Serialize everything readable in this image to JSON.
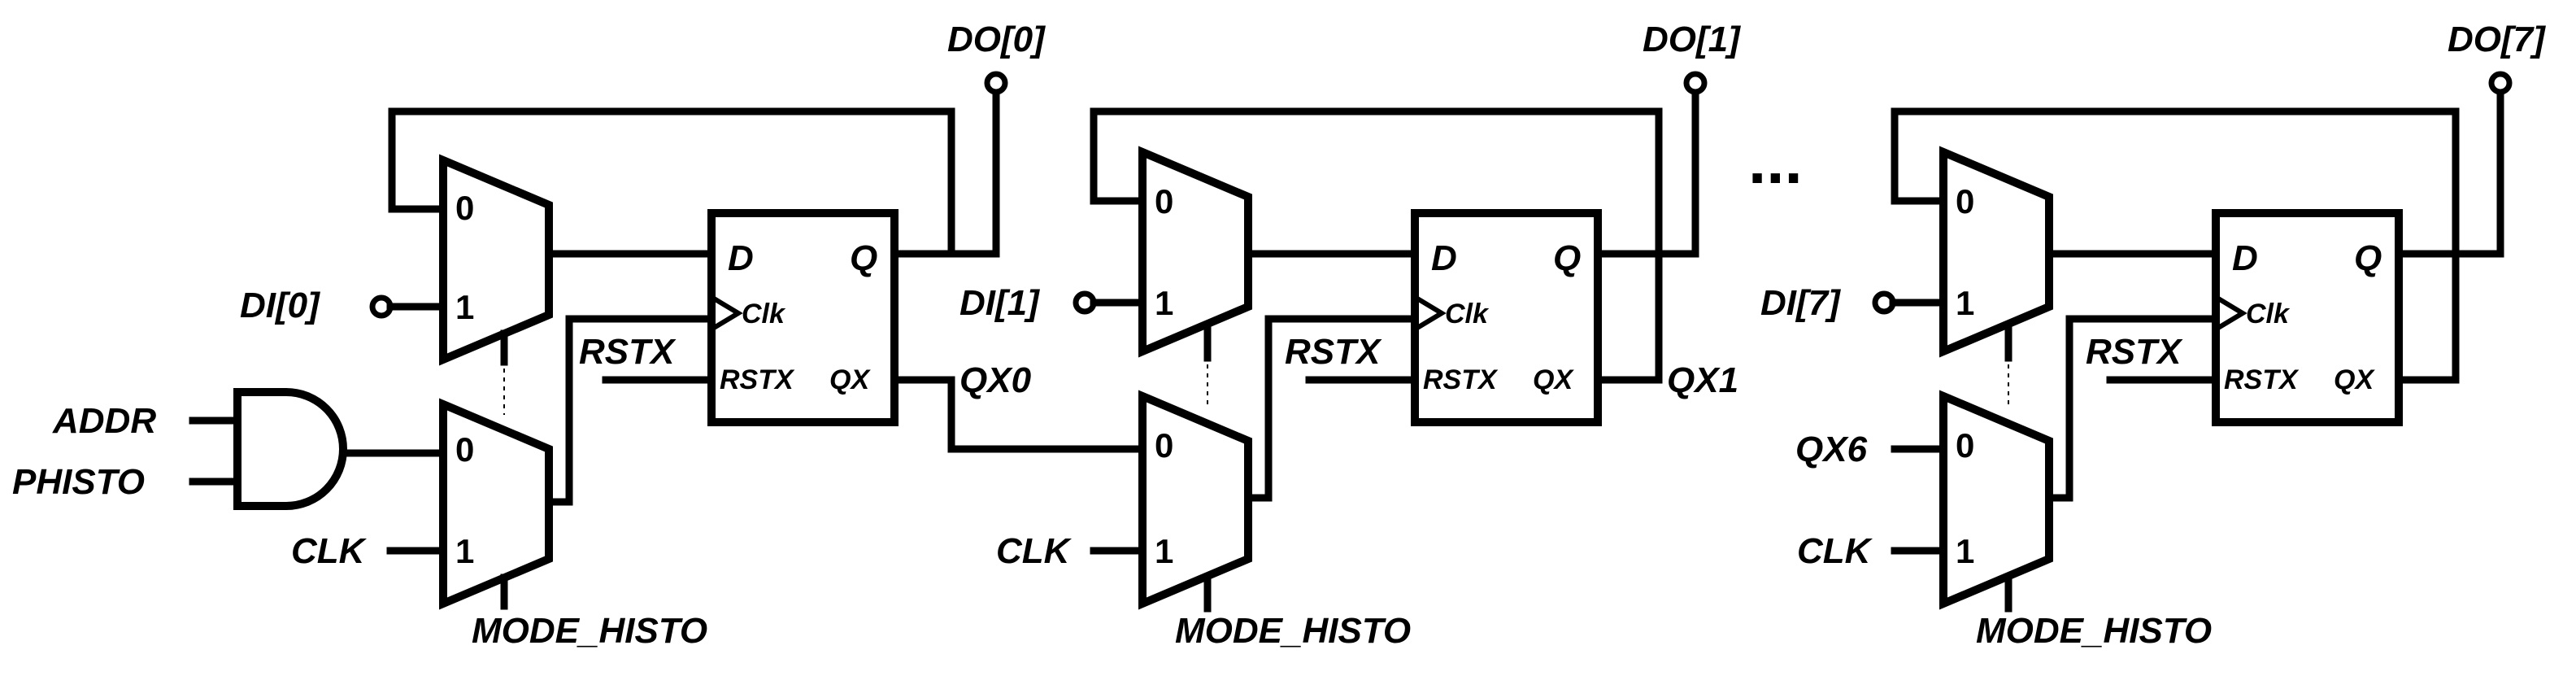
{
  "and_gate": {
    "input_a": "ADDR",
    "input_b": "PHISTO"
  },
  "mux_pins": {
    "zero": "0",
    "one": "1"
  },
  "flipflop_pins": {
    "d": "D",
    "q": "Q",
    "clk": "Clk",
    "rstx": "RSTX",
    "qx": "QX"
  },
  "ellipsis": "...",
  "stages": [
    {
      "di": "DI[0]",
      "do": "DO[0]",
      "rstx": "RSTX",
      "qx": "QX0",
      "clk": "CLK",
      "mode": "MODE_HISTO"
    },
    {
      "di": "DI[1]",
      "do": "DO[1]",
      "rstx": "RSTX",
      "qx": "QX1",
      "clk": "CLK",
      "mode": "MODE_HISTO"
    },
    {
      "di": "DI[7]",
      "do": "DO[7]",
      "rstx": "RSTX",
      "prev_qx": "QX6",
      "clk": "CLK",
      "mode": "MODE_HISTO"
    }
  ]
}
